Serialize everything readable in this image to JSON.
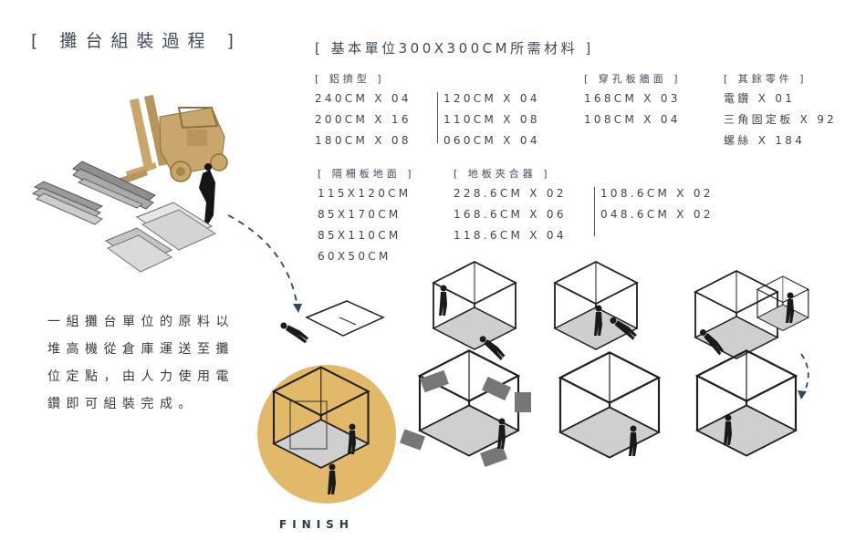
{
  "title": "[ 攤台組裝過程 ]",
  "subtitle": "[ 基本單位300X300CM所需材料 ]",
  "sections": {
    "aluminum": {
      "header": "[ 鋁擠型 ]",
      "col1": [
        "240CM X 04",
        "200CM X 16",
        "180CM X 08"
      ],
      "col2": [
        "120CM X 04",
        "110CM X 08",
        "060CM X 04"
      ]
    },
    "perforated": {
      "header": "[ 穿孔板牆面 ]",
      "rows": [
        "168CM X 03",
        "108CM X 04"
      ]
    },
    "others": {
      "header": "[ 其餘零件 ]",
      "rows": [
        "電鑽 X 01",
        "三角固定板 X 92",
        "螺絲 X 184"
      ]
    },
    "grating": {
      "header": "[ 隔柵板地面 ]",
      "rows": [
        "115X120CM",
        "85X170CM",
        "85X110CM",
        "60X50CM"
      ]
    },
    "floor_clamp": {
      "header": "[ 地板夾合器 ]",
      "col1": [
        "228.6CM X 02",
        "168.6CM X 06",
        "118.6CM X 04"
      ],
      "col2": [
        "108.6CM X 02",
        "048.6CM X 02"
      ]
    }
  },
  "description": "一組攤台單位的原料以堆高機從倉庫運送至攤位定點，由人力使用電鑽即可組裝完成。",
  "finish_label": "FINISH",
  "colors": {
    "accent": "#e2b969",
    "text": "#3f4a5a",
    "line": "#1e1e1e",
    "forklift": "#c9a66b"
  }
}
